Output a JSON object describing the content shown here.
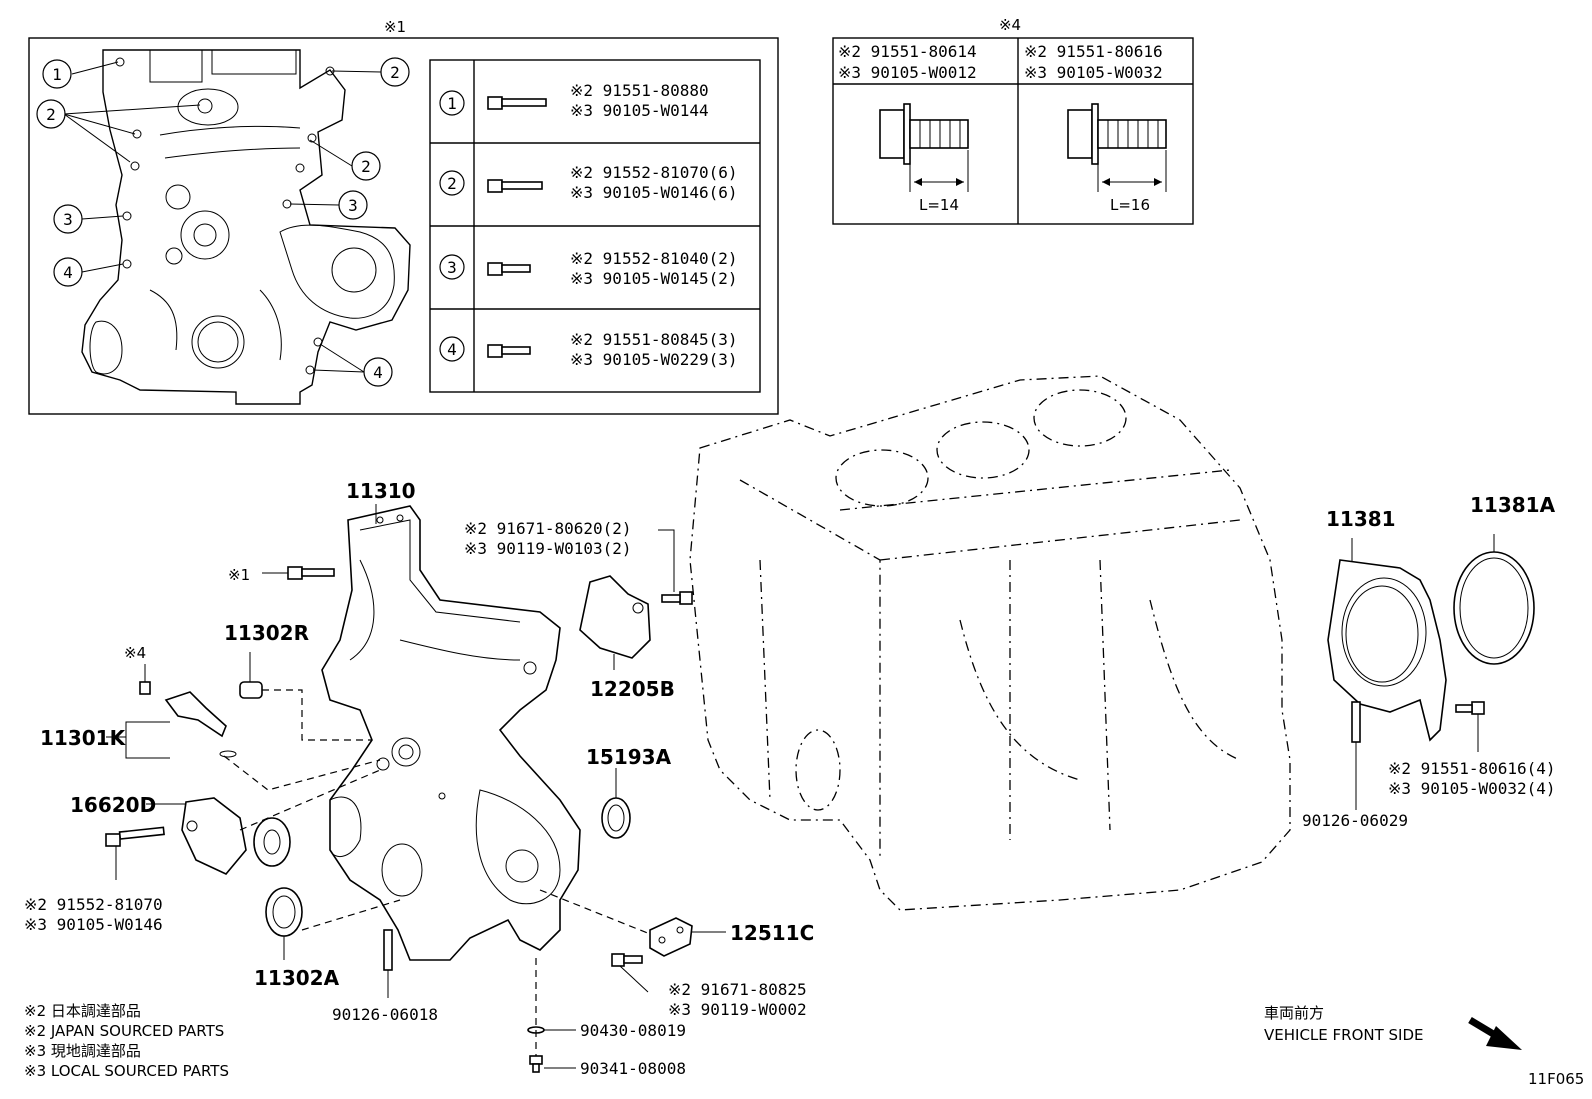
{
  "inset1": {
    "mark": "※1",
    "rows": [
      {
        "num": "1",
        "line1": "※2 91551-80880",
        "line2": "※3 90105-W0144"
      },
      {
        "num": "2",
        "line1": "※2 91552-81070(6)",
        "line2": "※3 90105-W0146(6)"
      },
      {
        "num": "3",
        "line1": "※2 91552-81040(2)",
        "line2": "※3 90105-W0145(2)"
      },
      {
        "num": "4",
        "line1": "※2 91551-80845(3)",
        "line2": "※3 90105-W0229(3)"
      }
    ],
    "callouts": [
      "1",
      "2",
      "2",
      "2",
      "3",
      "3",
      "4",
      "4"
    ]
  },
  "inset4": {
    "mark": "※4",
    "left": {
      "line1": "※2 91551-80614",
      "line2": "※3 90105-W0012",
      "length": "L=14"
    },
    "right": {
      "line1": "※2 91551-80616",
      "line2": "※3 90105-W0032",
      "length": "L=16"
    }
  },
  "parts": {
    "p11310": "11310",
    "p11302R": "11302R",
    "p11301K": "11301K",
    "p16620D": "16620D",
    "p11302A": "11302A",
    "p12205B": "12205B",
    "p15193A": "15193A",
    "p12511C": "12511C",
    "p11381": "11381",
    "p11381A": "11381A",
    "mark1": "※1",
    "mark4": "※4"
  },
  "notes": {
    "bolt_12205B_a": "※2 91671-80620(2)",
    "bolt_12205B_b": "※3 90119-W0103(2)",
    "bolt_16620D_a": "※2 91552-81070",
    "bolt_16620D_b": "※3 90105-W0146",
    "bolt_12511C_a": "※2 91671-80825",
    "bolt_12511C_b": "※3 90119-W0002",
    "bolt_11381_a": "※2 91551-80616(4)",
    "bolt_11381_b": "※3 90105-W0032(4)",
    "stud_90126_06018": "90126-06018",
    "stud_90126_06029": "90126-06029",
    "washer_90430": "90430-08019",
    "plug_90341": "90341-08008"
  },
  "legend": {
    "l1": "※2  日本調達部品",
    "l2": "※2  JAPAN SOURCED PARTS",
    "l3": "※3  現地調達部品",
    "l4": "※3  LOCAL SOURCED PARTS"
  },
  "front": {
    "jp": "車両前方",
    "en": "VEHICLE FRONT SIDE"
  },
  "figure_code": "11F065"
}
